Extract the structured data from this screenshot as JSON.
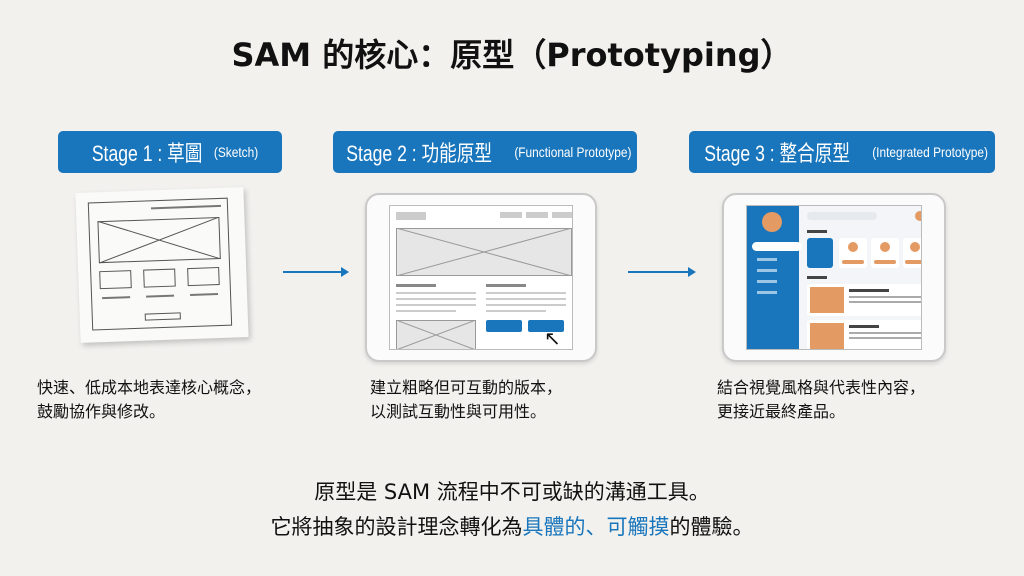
{
  "title": "SAM 的核心：原型（Prototyping）",
  "stages": [
    {
      "label": "Stage 1 : 草圖",
      "sub": "(Sketch)",
      "caption_1": "快速、低成本地表達核心概念，",
      "caption_2": "鼓勵協作與修改。"
    },
    {
      "label": "Stage 2 : 功能原型",
      "sub": "(Functional Prototype)",
      "caption_1": "建立粗略但可互動的版本，",
      "caption_2": "以測試互動性與可用性。"
    },
    {
      "label": "Stage 3 : 整合原型",
      "sub": "(Integrated Prototype)",
      "caption_1": "結合視覺風格與代表性內容，",
      "caption_2": "更接近最終產品。"
    }
  ],
  "summary": {
    "line1": "原型是 SAM 流程中不可或缺的溝通工具。",
    "line2_a": "它將抽象的設計理念轉化為",
    "line2_hl": "具體的、可觸摸",
    "line2_b": "的體驗。"
  },
  "colors": {
    "accent": "#1a76bc",
    "orange": "#e39a63"
  }
}
